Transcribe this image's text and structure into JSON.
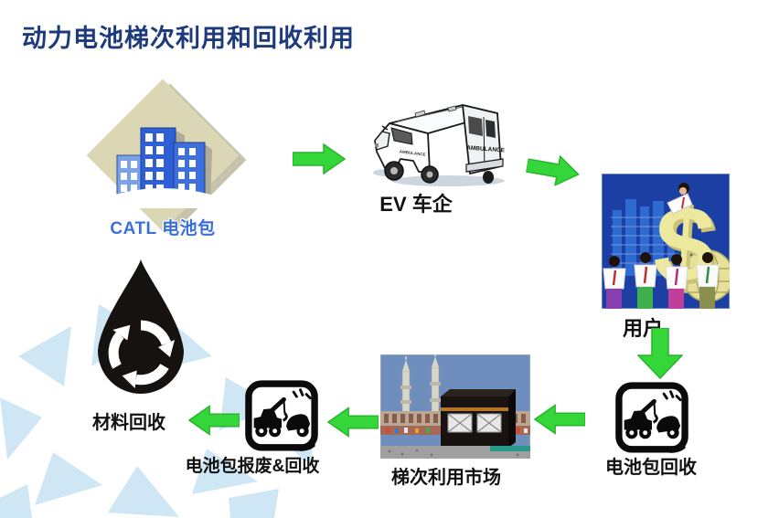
{
  "title": "动力电池梯次利用和回收利用",
  "flow": {
    "catl": {
      "label": "CATL 电池包"
    },
    "ev": {
      "label": "EV 车企",
      "van_text": "AMBULANCE"
    },
    "user": {
      "label": "用户",
      "dollar_glyph": "$"
    },
    "battery_recycle": {
      "label": "电池包回收"
    },
    "market": {
      "label": "梯次利用市场"
    },
    "scrap": {
      "label": "电池包报废&回收"
    },
    "material": {
      "label": "材料回收"
    }
  },
  "colors": {
    "title_text": "#1d3a7c",
    "arrow_green": "#35d63a",
    "arrow_edge": "#27b42c",
    "catl_label_blue": "#3a6fd8",
    "catl_diamond": "#dbd6b4",
    "background_triangles": "#cfe6f4",
    "user_image_bg": "#1b3fa3",
    "dollar_yellow": "#ece89e"
  }
}
